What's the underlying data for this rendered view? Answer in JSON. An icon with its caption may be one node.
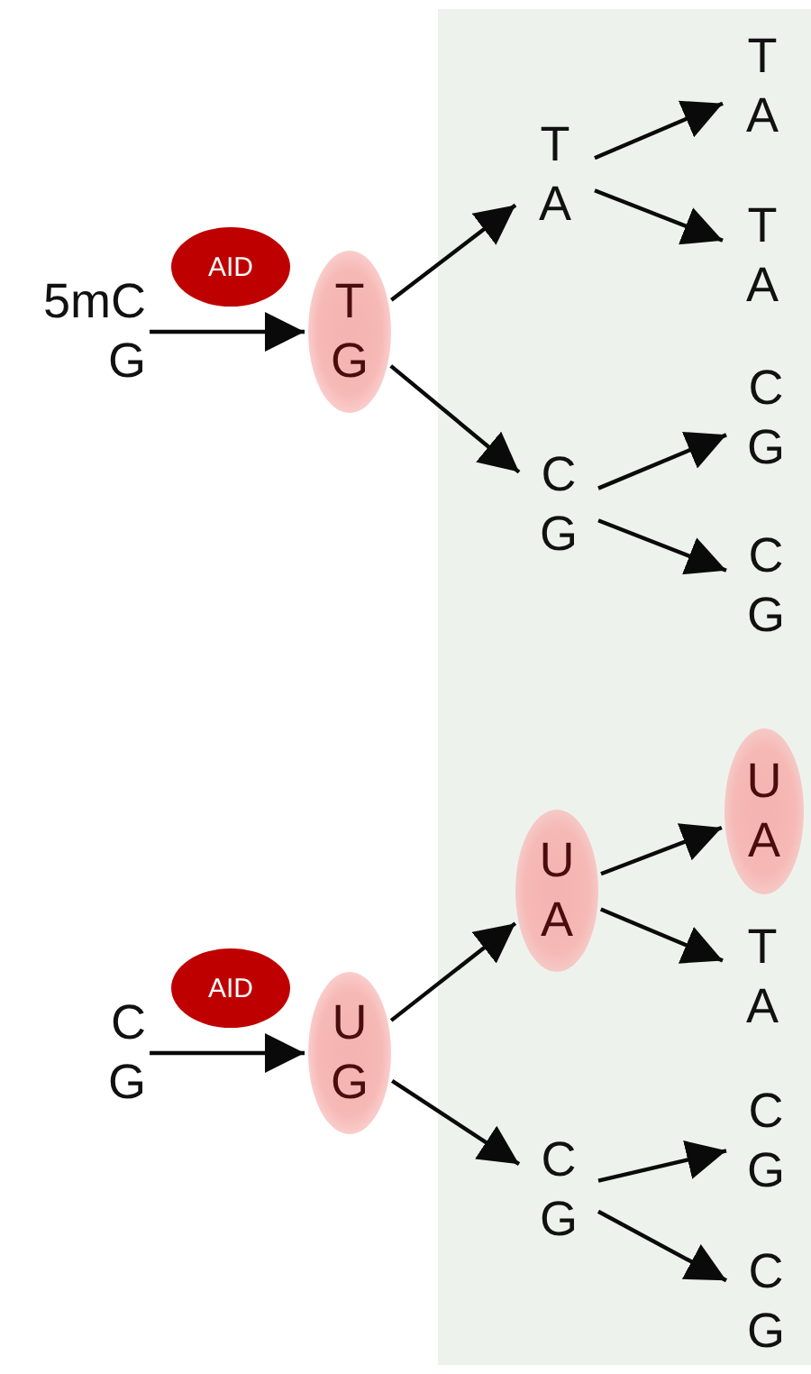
{
  "diagram": {
    "nodes": [
      {
        "text": [
          "AID"
        ]
      },
      {
        "text": [
          "5mC",
          "G"
        ]
      },
      {
        "text": [
          "T",
          "G"
        ]
      },
      {
        "text": [
          "T",
          "A"
        ]
      },
      {
        "text": [
          "C",
          "G"
        ]
      },
      {
        "text": [
          "T",
          "A"
        ]
      },
      {
        "text": [
          "T",
          "A"
        ]
      },
      {
        "text": [
          "C",
          "G"
        ]
      },
      {
        "text": [
          "C",
          "G"
        ]
      },
      {
        "text": [
          "AID"
        ]
      },
      {
        "text": [
          "C",
          "G"
        ]
      },
      {
        "text": [
          "U",
          "G"
        ]
      },
      {
        "text": [
          "U",
          "A"
        ]
      },
      {
        "text": [
          "C",
          "G"
        ]
      },
      {
        "text": [
          "U",
          "A"
        ]
      },
      {
        "text": [
          "T",
          "A"
        ]
      },
      {
        "text": [
          "C",
          "G"
        ]
      },
      {
        "text": [
          "C",
          "G"
        ]
      }
    ],
    "edges": [
      {
        "from": 1,
        "to": 2,
        "arrow": "to"
      },
      {
        "from": 2,
        "to": 3,
        "arrow": "to"
      },
      {
        "from": 2,
        "to": 4,
        "arrow": "to"
      },
      {
        "from": 3,
        "to": 5,
        "arrow": "to"
      },
      {
        "from": 3,
        "to": 6,
        "arrow": "to"
      },
      {
        "from": 4,
        "to": 7,
        "arrow": "to"
      },
      {
        "from": 4,
        "to": 8,
        "arrow": "to"
      },
      {
        "from": 10,
        "to": 11,
        "arrow": "to"
      },
      {
        "from": 11,
        "to": 12,
        "arrow": "to"
      },
      {
        "from": 11,
        "to": 13,
        "arrow": "to"
      },
      {
        "from": 12,
        "to": 14,
        "arrow": "to"
      },
      {
        "from": 12,
        "to": 15,
        "arrow": "to"
      },
      {
        "from": 13,
        "to": 16,
        "arrow": "to"
      },
      {
        "from": 13,
        "to": 17,
        "arrow": "to"
      }
    ]
  }
}
